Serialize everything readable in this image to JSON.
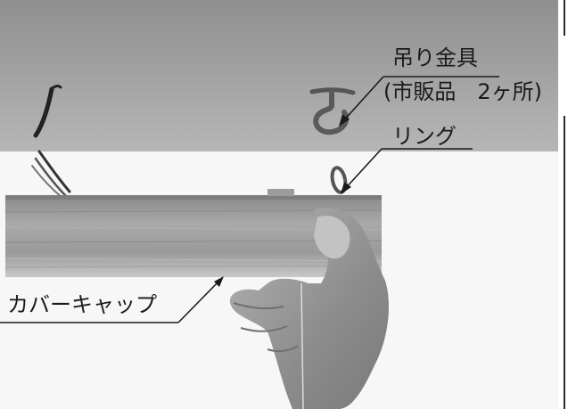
{
  "labels": {
    "hook_line1": "吊り金具",
    "hook_line2": "(市販品　2ヶ所)",
    "ring": "リング",
    "cover_cap": "カバーキャップ"
  },
  "colors": {
    "ceiling_top": "#8f8f8f",
    "ceiling_bottom": "#f4f4f4",
    "wood_light": "#b4b4b4",
    "wood_dark": "#6e6e6e",
    "skin": "#9a9a9a",
    "line": "#1a1a1a"
  }
}
